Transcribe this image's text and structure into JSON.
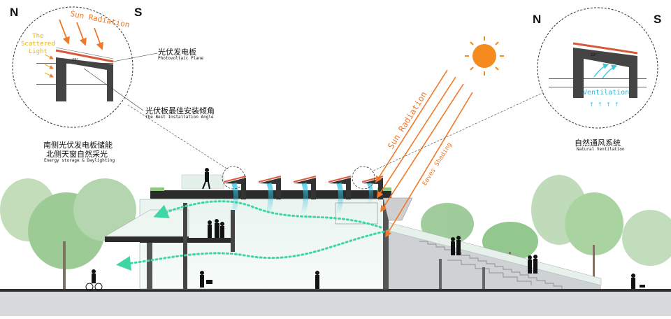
{
  "compass": {
    "left_n": "N",
    "left_s": "S",
    "right_n": "N",
    "right_s": "S"
  },
  "left_detail": {
    "sun_radiation": "Sun Radiation",
    "scattered_light": [
      "The",
      "Scattered",
      "Light"
    ],
    "pv_cn": "光伏发电板",
    "pv_en": "Photovoltaic Plane",
    "angle_cn": "光伏板最佳安装倾角",
    "angle_en": "The Best Installation Angle",
    "angle_value": "23°",
    "caption_cn_1": "南侧光伏发电板储能",
    "caption_cn_2": "北侧天窗自然采光",
    "caption_en": "Energy storage & Daylighting"
  },
  "right_detail": {
    "ventilation": "Ventilation",
    "angle_value": "23°",
    "caption_cn": "自然通风系统",
    "caption_en": "Natural Ventilation"
  },
  "section": {
    "sun_radiation": "Sun Radiation",
    "eaves_shading": "Eaves Shading"
  },
  "colors": {
    "sun": "#f58a1f",
    "ray": "#f07a2a",
    "airflow": "#3cc6d8",
    "green_airflow": "#3fd6a6",
    "tree": "#8ec98a",
    "ground": "#d9dadc"
  }
}
